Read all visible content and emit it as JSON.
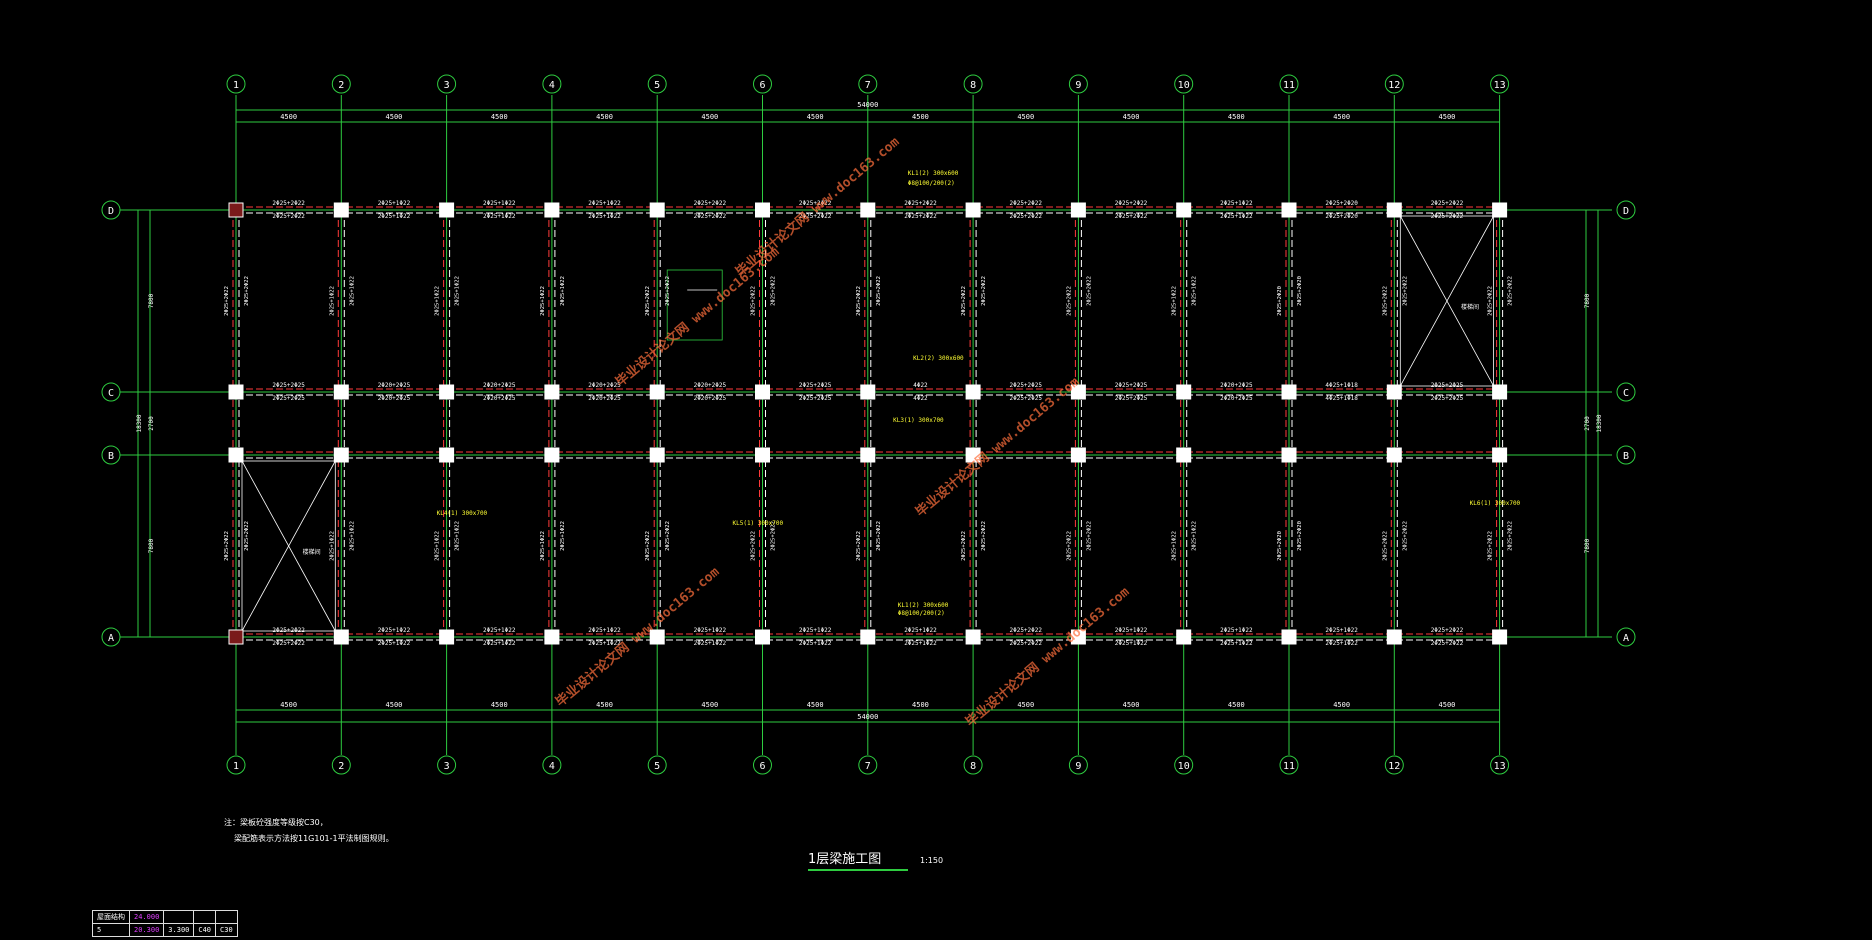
{
  "drawing": {
    "title": "1层梁施工图",
    "scale": "1:150",
    "notes": [
      "注：梁板砼强度等级按C30，",
      "梁配筋表示方法按11G101-1平法制图规则。"
    ]
  },
  "grid": {
    "columns": [
      "1",
      "2",
      "3",
      "4",
      "5",
      "6",
      "7",
      "8",
      "9",
      "10",
      "11",
      "12",
      "13"
    ],
    "rows": [
      "D",
      "C",
      "B",
      "A"
    ],
    "bay_dims": [
      "4500",
      "4500",
      "4500",
      "4500",
      "4500",
      "4500",
      "4500",
      "4500",
      "4500",
      "4500",
      "4500",
      "4500"
    ],
    "total_width": "54000",
    "row_dims": [
      "7800",
      "2700",
      "7800"
    ],
    "total_depth": "18300"
  },
  "beam_labels": {
    "top_row": [
      "2Φ25+2Φ22",
      "2Φ25+1Φ22",
      "2Φ25+1Φ22",
      "2Φ25+1Φ22",
      "2Φ25+2Φ22",
      "2Φ25+2Φ22",
      "2Φ25+2Φ22",
      "2Φ25+2Φ22",
      "2Φ25+2Φ22",
      "2Φ25+1Φ22",
      "2Φ25+2Φ20",
      "2Φ25+2Φ22"
    ],
    "mid_row": [
      "2Φ25+2Φ25",
      "2Φ20+2Φ25",
      "2Φ20+2Φ25",
      "2Φ20+2Φ25",
      "2Φ20+2Φ25",
      "2Φ25+2Φ25",
      "4Φ22",
      "2Φ25+2Φ25",
      "2Φ25+2Φ25",
      "2Φ20+2Φ25",
      "4Φ25+1Φ18",
      "2Φ25+2Φ25"
    ],
    "bottom_row": [
      "2Φ25+2Φ22",
      "2Φ25+1Φ22",
      "2Φ25+1Φ22",
      "2Φ25+1Φ22",
      "2Φ25+1Φ22",
      "2Φ25+1Φ22",
      "2Φ25+1Φ22",
      "2Φ25+2Φ22",
      "2Φ25+1Φ22",
      "2Φ25+1Φ22",
      "2Φ25+1Φ22",
      "2Φ25+2Φ22"
    ],
    "callouts": [
      "KL1(2) 300x600",
      "Φ8@100/200(2)",
      "KL2(2) 300x600",
      "KL3(1) 300x700",
      "KL4(1) 300x700",
      "KL5(1) 300x700",
      "KL6(1) 300x700"
    ],
    "rooms": [
      "楼梯间",
      "楼梯间"
    ]
  },
  "legend": {
    "rows": [
      [
        "屋面结构",
        "24.000",
        "",
        "",
        ""
      ],
      [
        "5",
        "20.300",
        "3.300",
        "C40",
        "C30"
      ]
    ]
  },
  "watermark": "毕业设计论文网 www.doc163.com",
  "colors": {
    "axis": "#2ecc40",
    "beam_red": "#ff3a3a",
    "beam_dash": "#ffffff",
    "column": "#ffffff",
    "callout": "#ffff33",
    "watermark": "#ff6f3c",
    "bubble": "#2ecc40"
  }
}
